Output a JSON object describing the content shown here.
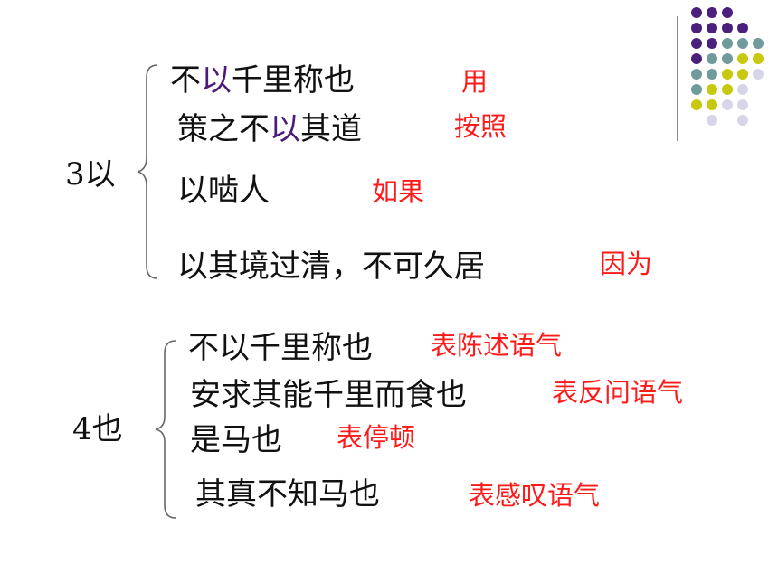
{
  "colors": {
    "meaning_text": "#ff1a1a",
    "highlight_char": "#4b1a7a",
    "dot_purple": "#4b1f7d",
    "dot_teal": "#6f9b9b",
    "dot_olive": "#c8c80e",
    "dot_light": "#d6d6e8"
  },
  "section_yi": {
    "label": "3以",
    "entries": [
      {
        "pre": "不",
        "highlight": "以",
        "post": "千里称也",
        "meaning": "用"
      },
      {
        "pre": "策之不",
        "highlight": "以",
        "post": "其道",
        "meaning": "按照"
      },
      {
        "text": "以啮人",
        "meaning": "如果"
      },
      {
        "text": "以其境过清，不可久居",
        "meaning": "因为"
      }
    ]
  },
  "section_ye": {
    "label": "4也",
    "entries": [
      {
        "text": "不以千里称也",
        "meaning": "表陈述语气"
      },
      {
        "text": "安求其能千里而食也",
        "meaning": "表反问语气"
      },
      {
        "text": "是马也",
        "meaning": "表停顿"
      },
      {
        "text": "其真不知马也",
        "meaning": "表感叹语气"
      }
    ]
  }
}
